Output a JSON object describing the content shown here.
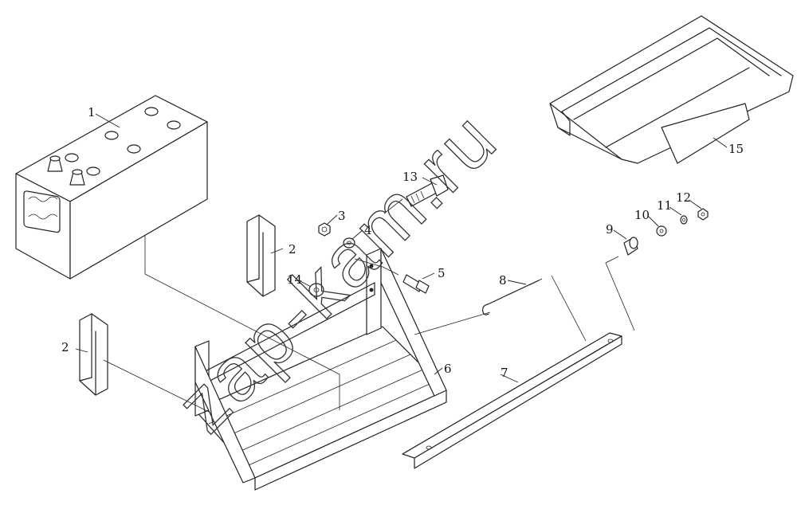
{
  "diagram": {
    "watermark": "zap-kam.ru",
    "callouts": [
      {
        "id": "1",
        "label": "1"
      },
      {
        "id": "2a",
        "label": "2"
      },
      {
        "id": "2b",
        "label": "2"
      },
      {
        "id": "3",
        "label": "3"
      },
      {
        "id": "4",
        "label": "4"
      },
      {
        "id": "5",
        "label": "5"
      },
      {
        "id": "6",
        "label": "6"
      },
      {
        "id": "7",
        "label": "7"
      },
      {
        "id": "8",
        "label": "8"
      },
      {
        "id": "9",
        "label": "9"
      },
      {
        "id": "10",
        "label": "10"
      },
      {
        "id": "11",
        "label": "11"
      },
      {
        "id": "12",
        "label": "12"
      },
      {
        "id": "13",
        "label": "13"
      },
      {
        "id": "14",
        "label": "14"
      },
      {
        "id": "15",
        "label": "15"
      }
    ],
    "parts": [
      {
        "callout": "1",
        "icon": "battery-icon"
      },
      {
        "callout": "2",
        "icon": "channel-bracket-icon"
      },
      {
        "callout": "3",
        "icon": "hex-nut-icon"
      },
      {
        "callout": "4",
        "icon": "washer-icon"
      },
      {
        "callout": "5",
        "icon": "bolt-icon"
      },
      {
        "callout": "6",
        "icon": "battery-tray-icon"
      },
      {
        "callout": "7",
        "icon": "clamp-bar-icon"
      },
      {
        "callout": "8",
        "icon": "hook-rod-icon"
      },
      {
        "callout": "9",
        "icon": "spacer-bushing-icon"
      },
      {
        "callout": "10",
        "icon": "washer-icon"
      },
      {
        "callout": "11",
        "icon": "lock-washer-icon"
      },
      {
        "callout": "12",
        "icon": "hex-nut-icon"
      },
      {
        "callout": "13",
        "icon": "bolt-icon"
      },
      {
        "callout": "14",
        "icon": "washer-icon"
      },
      {
        "callout": "15",
        "icon": "battery-cover-icon"
      }
    ],
    "colors": {
      "ink": "#222222",
      "background": "#ffffff"
    }
  }
}
